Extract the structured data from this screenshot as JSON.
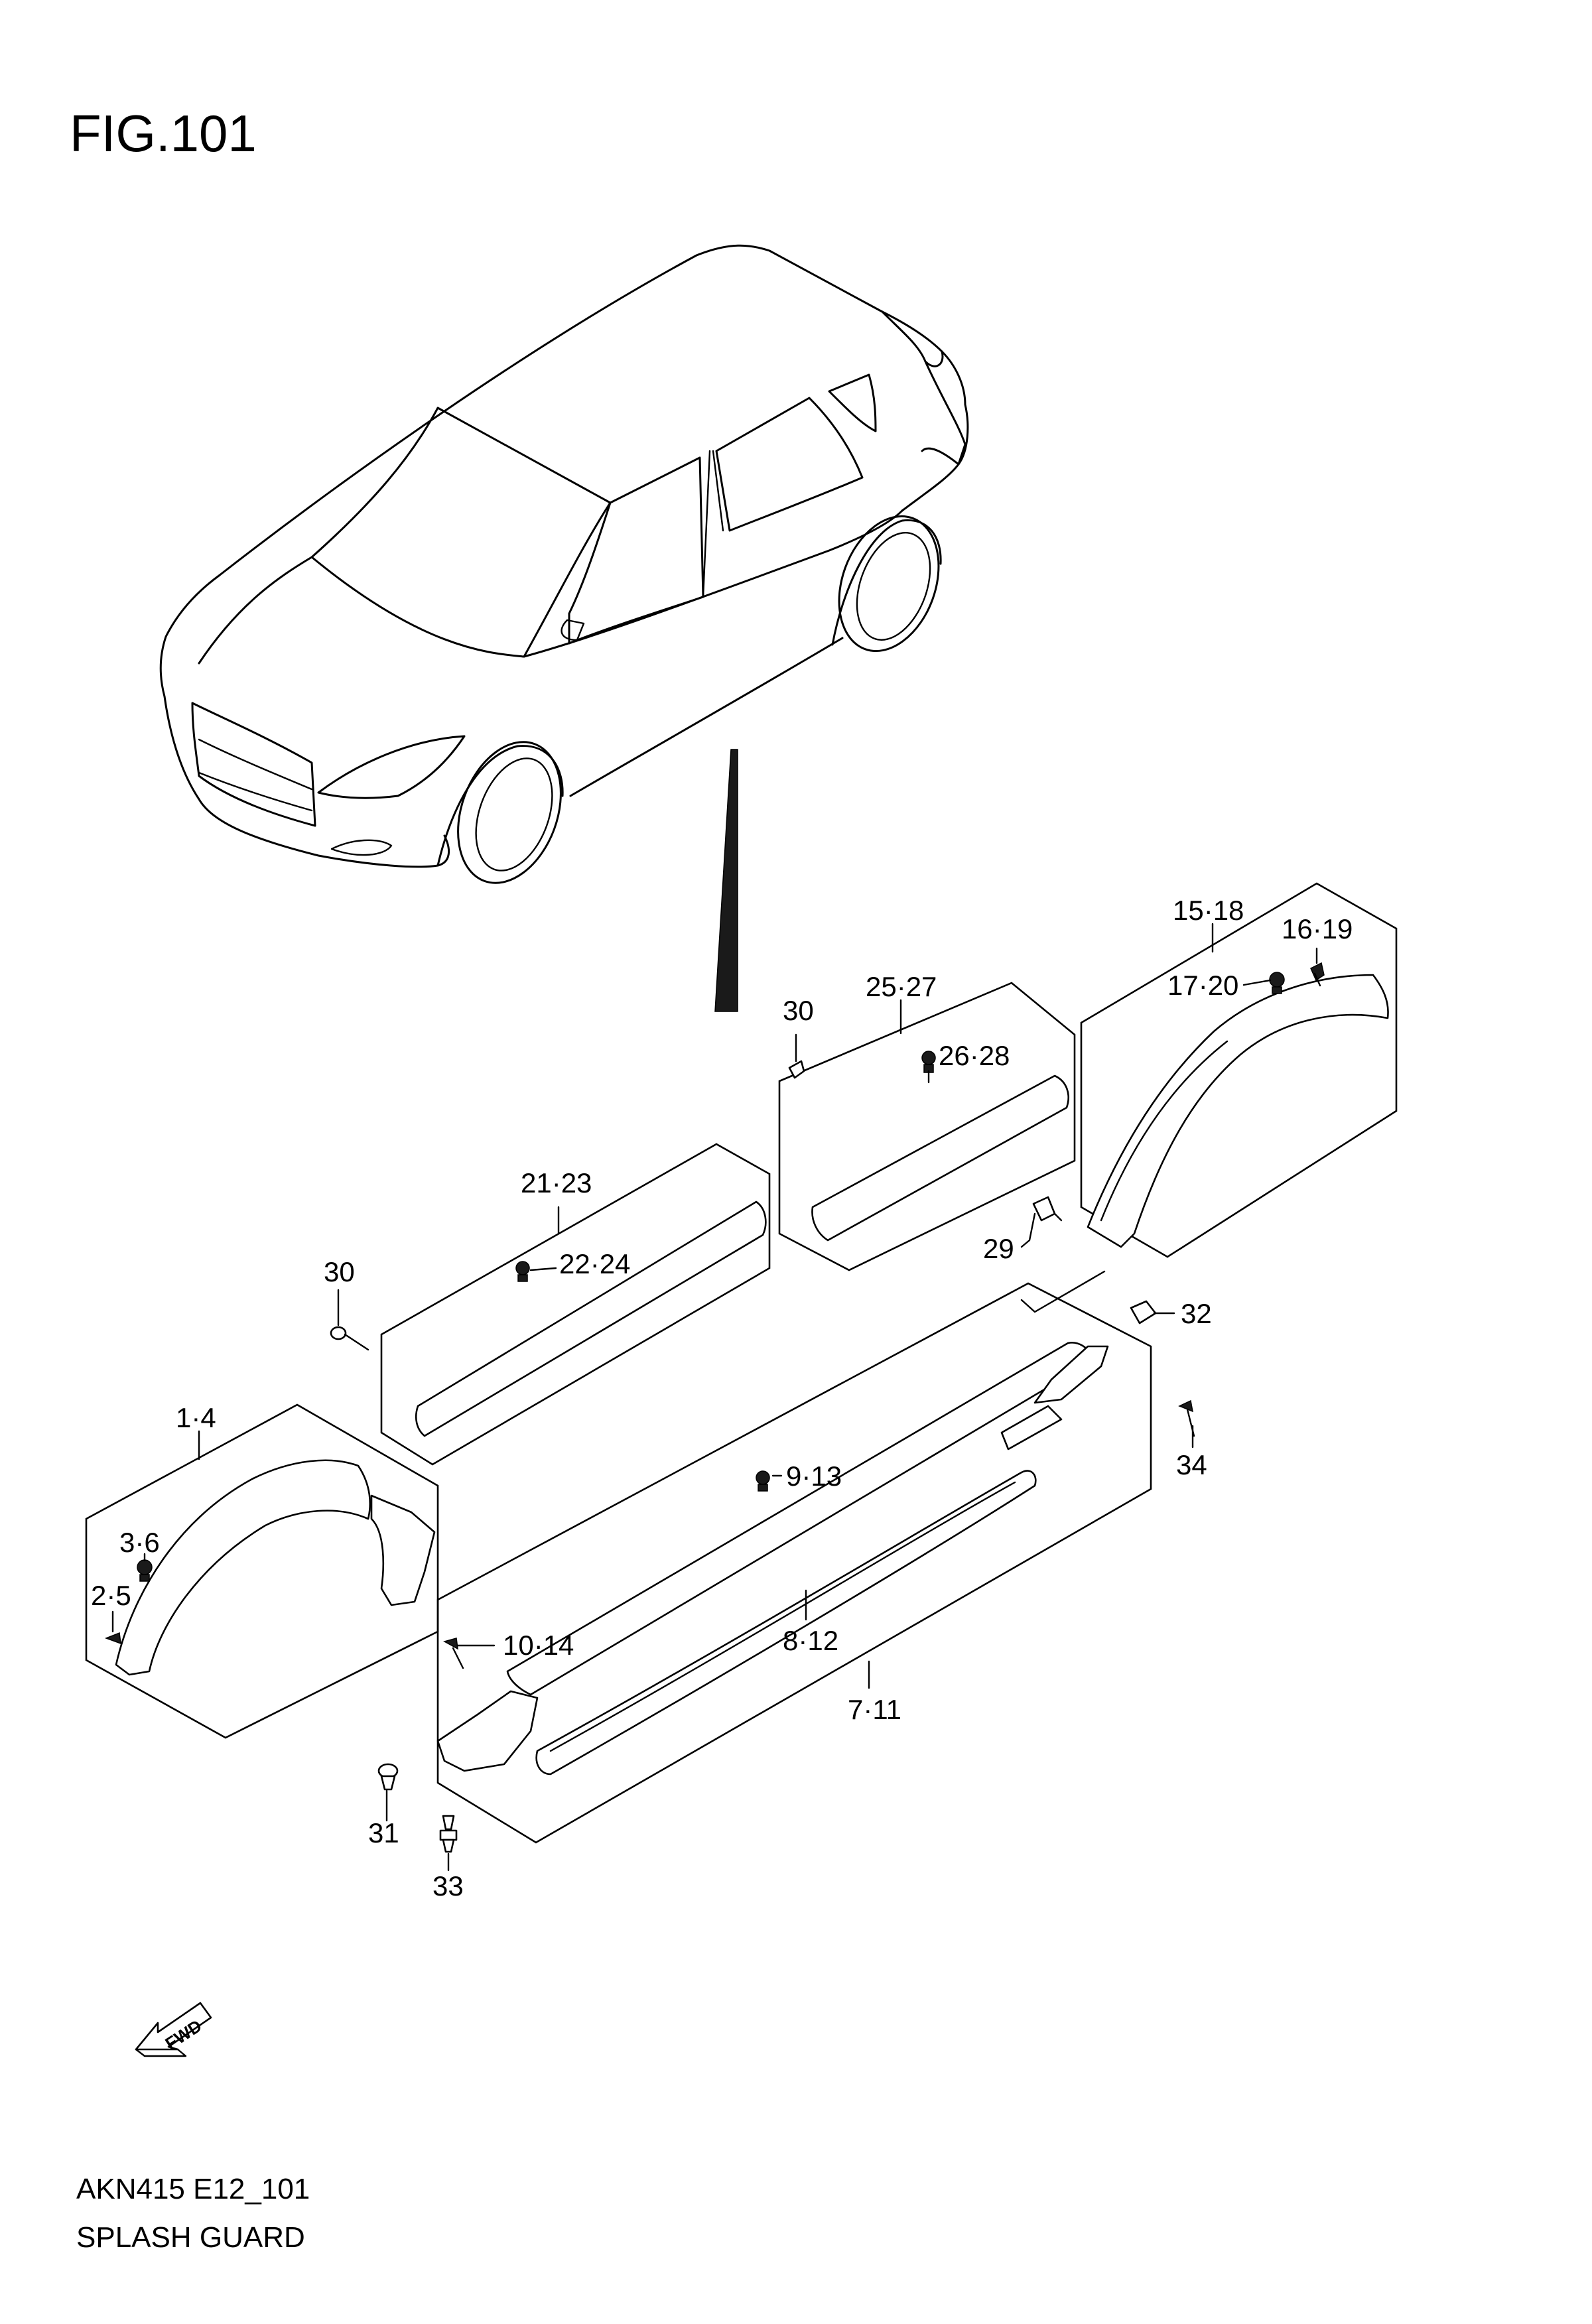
{
  "figure_title": "FIG.101",
  "footer": {
    "code": "AKN415 E12_101",
    "name": "SPLASH GUARD"
  },
  "fwd_label": "FWD",
  "labels": {
    "p1_4": "1·4",
    "p2_5": "2·5",
    "p3_6": "3·6",
    "p7_11": "7·11",
    "p8_12": "8·12",
    "p9_13": "9·13",
    "p10_14": "10·14",
    "p15_18": "15·18",
    "p16_19": "16·19",
    "p17_20": "17·20",
    "p21_23": "21·23",
    "p22_24": "22·24",
    "p25_27": "25·27",
    "p26_28": "26·28",
    "p29": "29",
    "p30a": "30",
    "p30b": "30",
    "p31": "31",
    "p32": "32",
    "p33": "33",
    "p34": "34"
  }
}
